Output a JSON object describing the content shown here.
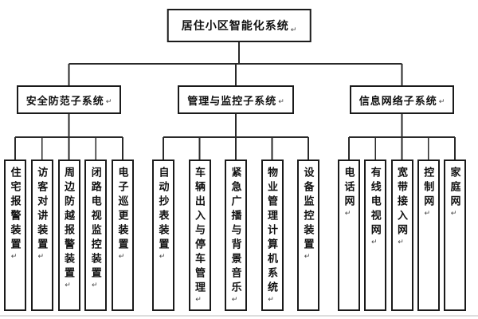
{
  "diagram": {
    "title": "居住小区智能化系统",
    "eol_mark": "↵",
    "groups": [
      {
        "label": "安全防范子系统",
        "children": [
          "住宅报警装置",
          "访客对讲装置",
          "周边防越报警装置",
          "闭路电视监控装置",
          "电子巡更装置"
        ]
      },
      {
        "label": "管理与监控子系统",
        "children": [
          "自动抄表装置",
          "车辆出入与停车管理",
          "紧急广播与背景音乐",
          "物业管理计算机系统",
          "设备监控装置"
        ]
      },
      {
        "label": "信息网络子系统",
        "children": [
          "电话网",
          "有线电视网",
          "宽带接入网",
          "控制网",
          "家庭网"
        ]
      }
    ],
    "colors": {
      "background": "#ffffff",
      "border": "#1a1a1a",
      "line": "#2a2a2a",
      "text": "#111111"
    }
  }
}
